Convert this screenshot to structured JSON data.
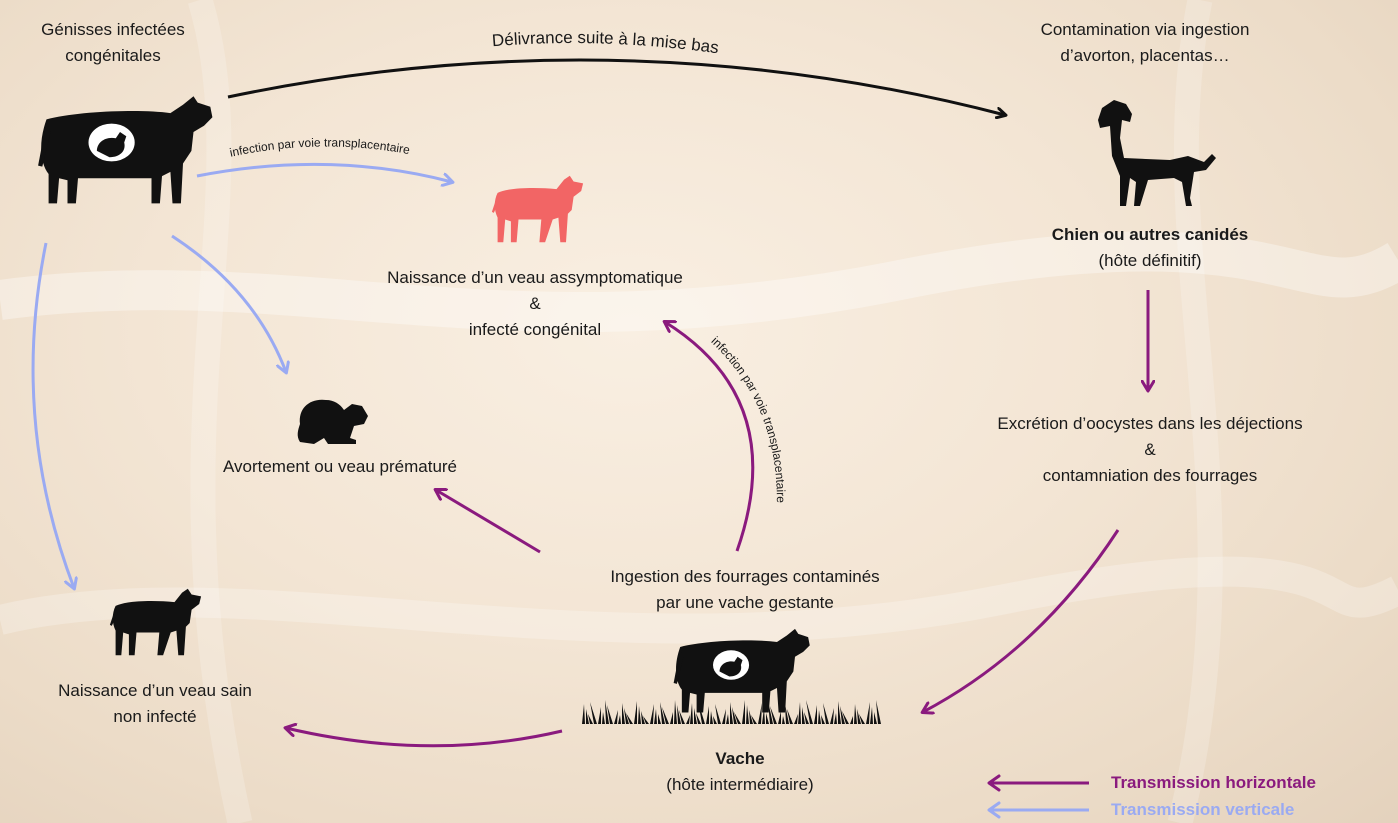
{
  "colors": {
    "horizontal": "#8a1a7e",
    "vertical": "#9aaaf2",
    "black_arrow": "#111111",
    "infected_calf": "#f26565",
    "silhouette": "#111111"
  },
  "icons": {
    "infected_heifer": "pregnant-cow-icon",
    "dog": "dog-icon",
    "infected_calf": "calf-icon",
    "aborted_calf": "lying-calf-icon",
    "healthy_calf": "calf-icon",
    "pregnant_cow": "pregnant-cow-in-grass-icon"
  },
  "nodes": {
    "heifers": {
      "line1": "Génisses infectées",
      "line2": "congénitales"
    },
    "contamination": {
      "line1": "Contamination via ingestion",
      "line2": "d’avorton, placentas…"
    },
    "dog": {
      "title": "Chien ou autres canidés",
      "subtitle": "(hôte définitif)"
    },
    "asymptomatic": {
      "line1": "Naissance d’un veau assymptomatique",
      "line2": "&",
      "line3": "infecté congénital"
    },
    "abortion": {
      "line1": "Avortement ou veau prématuré"
    },
    "excretion": {
      "line1": "Excrétion d’oocystes dans les déjections",
      "line2": "&",
      "line3": "contamniation des fourrages"
    },
    "ingestion": {
      "line1": "Ingestion des fourrages contaminés",
      "line2": "par une vache gestante"
    },
    "healthy": {
      "line1": "Naissance d’un veau sain",
      "line2": "non infecté"
    },
    "cow": {
      "title": "Vache",
      "subtitle": "(hôte intermédiaire)"
    }
  },
  "edge_labels": {
    "delivery": "Délivrance suite à la mise bas",
    "transplacental_top": "infection  par voie transplacentaire",
    "transplacental_right": "infection  par voie transplacentaire"
  },
  "legend": {
    "horizontal": "Transmission horizontale",
    "vertical": "Transmission verticale"
  }
}
